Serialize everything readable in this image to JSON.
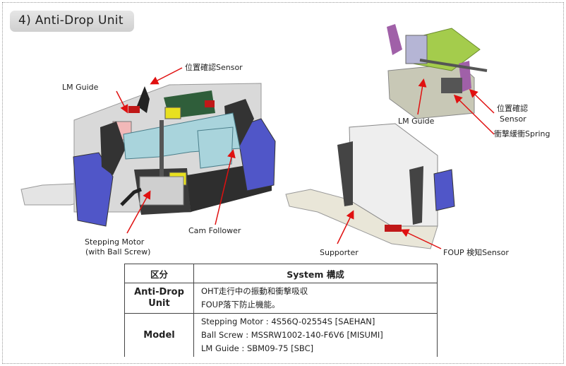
{
  "title": "4) Anti-Drop Unit",
  "labels": {
    "lm_guide_left": "LM Guide",
    "position_sensor_top": "位置確認Sensor",
    "stepping_motor_line1": "Stepping Motor",
    "stepping_motor_line2": "(with Ball Screw)",
    "cam_follower": "Cam Follower",
    "lm_guide_right": "LM Guide",
    "position_sensor_right_line1": "位置確認",
    "position_sensor_right_line2": "Sensor",
    "shock_spring": "衝撃緩衝Spring",
    "supporter": "Supporter",
    "foup_sensor": "FOUP 検知Sensor"
  },
  "table": {
    "header_col1": "区分",
    "header_col2": "System 構成",
    "rows": [
      {
        "head_line1": "Anti-Drop",
        "head_line2": "Unit",
        "lines": [
          "OHT走行中の振動和衝撃吸収",
          "FOUP落下防止機能。"
        ]
      },
      {
        "head_line1": "Model",
        "head_line2": "",
        "lines": [
          "Stepping Motor : 4S56Q-02554S [SAEHAN]",
          "Ball Screw : MSSRW1002-140-F6V6 [MISUMI]",
          "LM Guide : SBM09-75 [SBC]"
        ]
      }
    ]
  },
  "colors": {
    "unit_blue": "#5056c8",
    "bracket_cyan": "#a9d4dc",
    "plate_grey": "#d9d9d9",
    "sensor_yellow": "#e8e020",
    "dark_body": "#3a3a3a",
    "callout_red": "#e01010",
    "spring_green": "#a4cc4c",
    "clamp_purple": "#a060a8"
  }
}
